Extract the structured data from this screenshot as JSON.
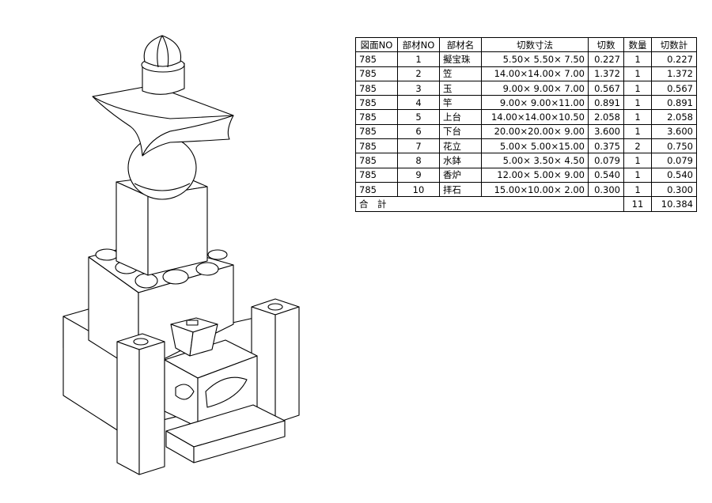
{
  "table": {
    "headers": [
      "図面NO",
      "部材NO",
      "部材名",
      "切数寸法",
      "切数",
      "数量",
      "切数計"
    ],
    "rows": [
      [
        "785",
        "1",
        "擬宝珠",
        " 5.50× 5.50× 7.50",
        "0.227",
        "1",
        "0.227"
      ],
      [
        "785",
        "2",
        "笠",
        "14.00×14.00× 7.00",
        "1.372",
        "1",
        "1.372"
      ],
      [
        "785",
        "3",
        "玉",
        " 9.00× 9.00× 7.00",
        "0.567",
        "1",
        "0.567"
      ],
      [
        "785",
        "4",
        "竿",
        " 9.00× 9.00×11.00",
        "0.891",
        "1",
        "0.891"
      ],
      [
        "785",
        "5",
        "上台",
        "14.00×14.00×10.50",
        "2.058",
        "1",
        "2.058"
      ],
      [
        "785",
        "6",
        "下台",
        "20.00×20.00× 9.00",
        "3.600",
        "1",
        "3.600"
      ],
      [
        "785",
        "7",
        "花立",
        " 5.00× 5.00×15.00",
        "0.375",
        "2",
        "0.750"
      ],
      [
        "785",
        "8",
        "水鉢",
        " 5.00× 3.50× 4.50",
        "0.079",
        "1",
        "0.079"
      ],
      [
        "785",
        "9",
        "香炉",
        "12.00× 5.00× 9.00",
        "0.540",
        "1",
        "0.540"
      ],
      [
        "785",
        "10",
        "拝石",
        "15.00×10.00× 2.00",
        "0.300",
        "1",
        "0.300"
      ]
    ],
    "total": {
      "label": "合　計",
      "quantity": "11",
      "sum": "10.384"
    }
  }
}
